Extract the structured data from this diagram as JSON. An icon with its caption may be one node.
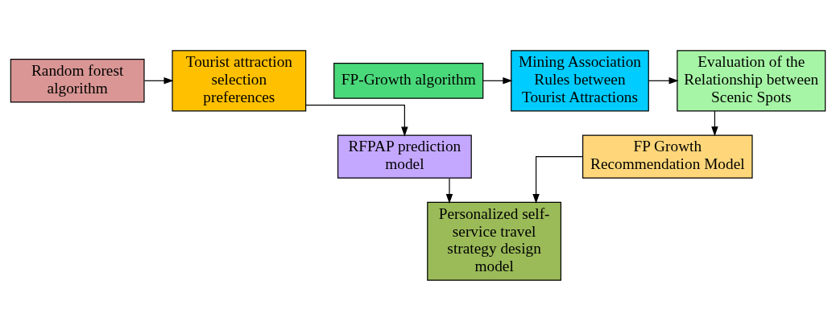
{
  "diagram": {
    "nodes": [
      {
        "text": [
          "Random forest algorithm"
        ]
      },
      {
        "text": [
          "Tourist attraction selection preferences"
        ]
      },
      {
        "text": [
          "FP-Growth algorithm"
        ]
      },
      {
        "text": [
          "Mining Association Rules between Tourist Attractions"
        ]
      },
      {
        "text": [
          "Evaluation of the Relationship between Scenic Spots"
        ]
      },
      {
        "text": [
          "RFPAP prediction model"
        ]
      },
      {
        "text": [
          "FP Growth Recommendation Model"
        ]
      },
      {
        "text": [
          "Personalized self-service travel strategy design model"
        ]
      }
    ],
    "edges": [
      {
        "from": 0,
        "to": 1,
        "arrow": "to"
      },
      {
        "from": 1,
        "to": 5,
        "arrow": "to"
      },
      {
        "from": 2,
        "to": 3,
        "arrow": "to"
      },
      {
        "from": 3,
        "to": 4,
        "arrow": "to"
      },
      {
        "from": 4,
        "to": 6,
        "arrow": "to"
      },
      {
        "from": 5,
        "to": 7,
        "arrow": "to"
      },
      {
        "from": 6,
        "to": 7,
        "arrow": "to"
      }
    ]
  }
}
